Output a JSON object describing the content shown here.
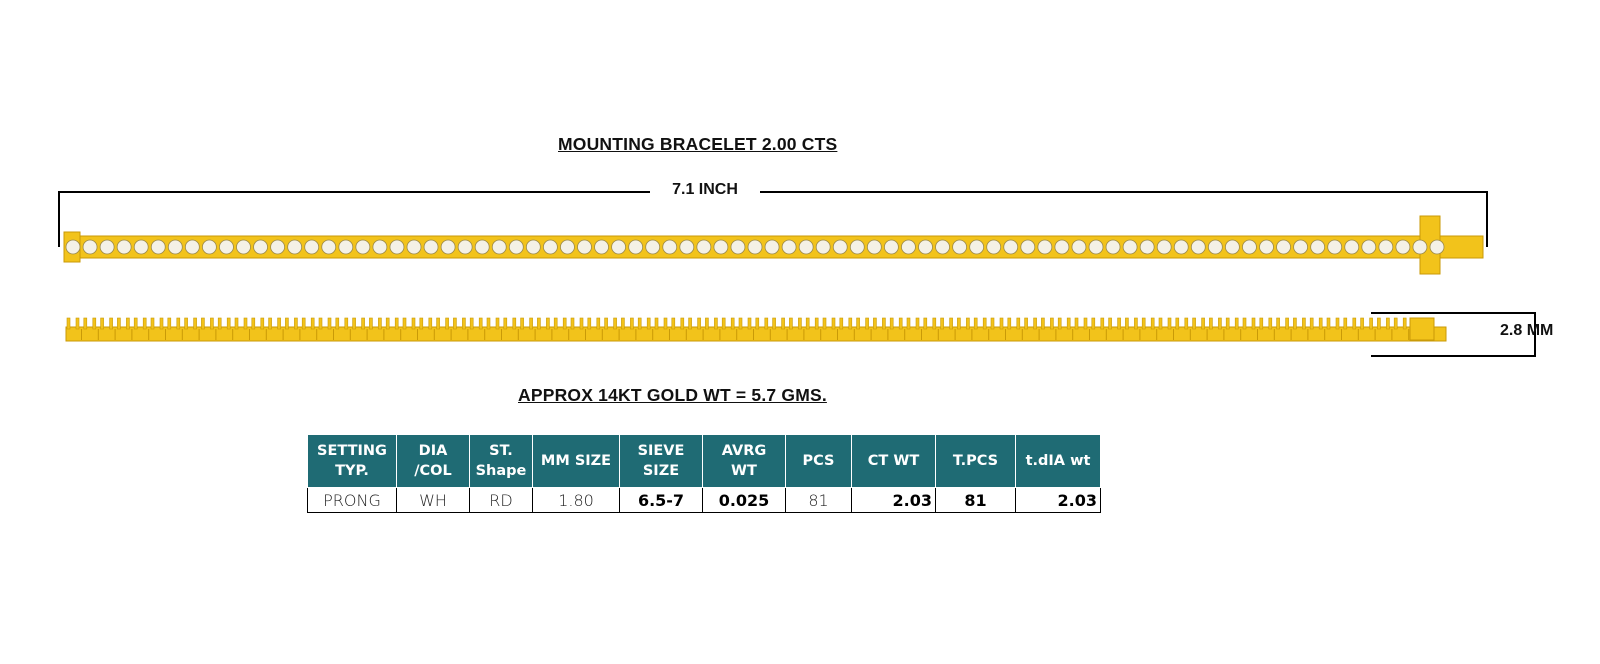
{
  "document": {
    "title": "MOUNTING BRACELET 2.00 CTS",
    "length_label": "7.1 INCH",
    "width_label": "2.8 MM",
    "gold_weight": "APPROX 14KT GOLD WT = 5.7 GMS.",
    "colors": {
      "gold": "#f2c31b",
      "gold_dark": "#c99a07",
      "stone": "#f4f1e6",
      "header_bg": "#1f6b74"
    }
  },
  "table": {
    "headers": [
      [
        "SETTING",
        "TYP."
      ],
      [
        "DIA",
        "/COL"
      ],
      [
        "ST.",
        "Shape"
      ],
      [
        "MM SIZE"
      ],
      [
        "SIEVE",
        "SIZE"
      ],
      [
        "AVRG",
        "WT"
      ],
      [
        "PCS"
      ],
      [
        "CT WT"
      ],
      [
        "T.PCS"
      ],
      [
        "t.dIA wt"
      ]
    ],
    "row": [
      "PRONG",
      "WH",
      "RD",
      "1.80",
      "6.5-7",
      "0.025",
      "81",
      "2.03",
      "81",
      "2.03"
    ]
  }
}
